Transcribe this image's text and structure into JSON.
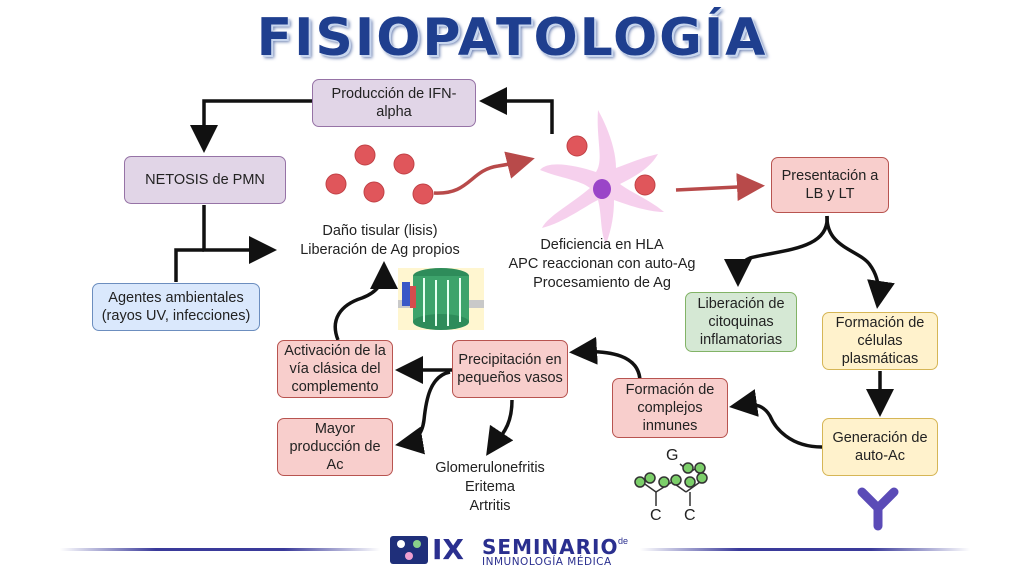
{
  "title": "FISIOPATOLOGÍA",
  "boxes": {
    "ifn": [
      "Producción de IFN-",
      "alpha"
    ],
    "netosis": [
      "NETOSIS de PMN"
    ],
    "agentes": [
      "Agentes ambientales",
      "(rayos UV, infecciones)"
    ],
    "presentacion": [
      "Presentación a",
      "LB y LT"
    ],
    "citoquinas": [
      "Liberación de",
      "citoquinas",
      "inflamatorias"
    ],
    "celulas": [
      "Formación de",
      "células",
      "plasmáticas"
    ],
    "autoac": [
      "Generación de",
      "auto-Ac"
    ],
    "complejos": [
      "Formación de",
      "complejos",
      "inmunes"
    ],
    "precipitacion": [
      "Precipitación en",
      "pequeños vasos"
    ],
    "activacion": [
      "Activación de la",
      "vía clásica del",
      "complemento"
    ],
    "mayor": [
      "Mayor",
      "producción de",
      "Ac"
    ]
  },
  "labels": {
    "dano": [
      "Daño tisular (lisis)",
      "Liberación de Ag propios"
    ],
    "deficiencia": [
      "Deficiencia en HLA",
      "APC reaccionan con auto-Ag",
      "Procesamiento de Ag"
    ],
    "glomerulo": [
      "Glomerulonefritis",
      "Eritema",
      "Artritis"
    ]
  },
  "icon_letters": {
    "g": "G",
    "c1": "C",
    "c2": "C"
  },
  "footer": {
    "numeral": "IX",
    "seminario": "SEMINARIO",
    "de": "de",
    "subtitle": "INMUNOLOGÍA MÉDICA"
  },
  "colors": {
    "title": "#1f3f8f",
    "antigen": "#e0565b",
    "arrow_dark": "#111111",
    "arrow_red": "#b84a4a",
    "antibody": "#5b4bb7",
    "footer_bar": "#3a3a9a"
  }
}
